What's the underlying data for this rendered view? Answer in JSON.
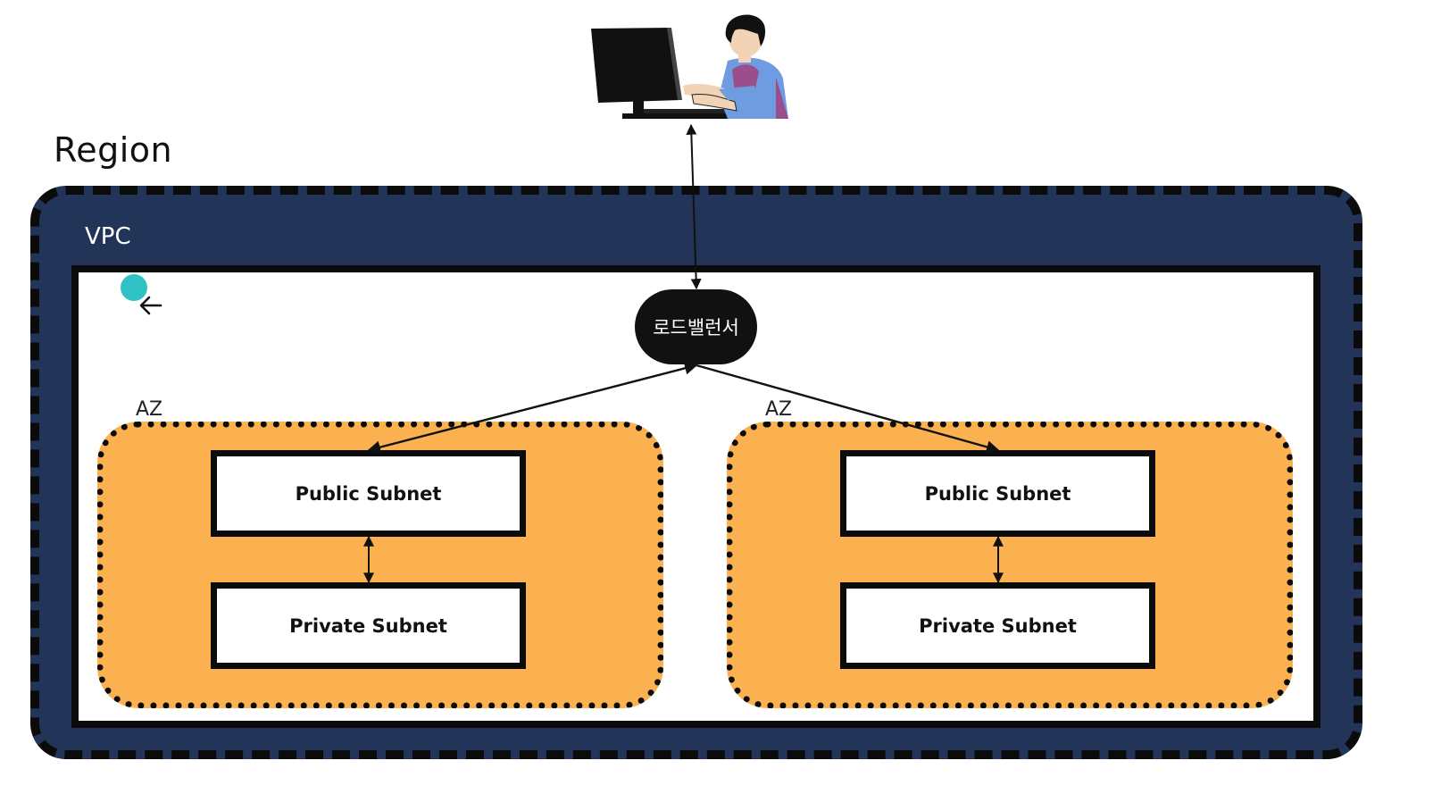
{
  "region": {
    "label": "Region"
  },
  "vpc": {
    "label": "VPC"
  },
  "load_balancer": {
    "label": "로드밸런서"
  },
  "availability_zones": [
    {
      "label": "AZ",
      "public_subnet": "Public Subnet",
      "private_subnet": "Private Subnet"
    },
    {
      "label": "AZ",
      "public_subnet": "Public Subnet",
      "private_subnet": "Private Subnet"
    }
  ],
  "icons": {
    "user": "person-at-computer-icon",
    "cursor": "cursor-dot-icon",
    "back": "arrow-left-icon"
  },
  "colors": {
    "vpc_background": "#223558",
    "az_background": "#fbb14f",
    "load_balancer": "#111111",
    "cursor_dot": "#2fc1c4",
    "border": "#0b0b0b"
  }
}
